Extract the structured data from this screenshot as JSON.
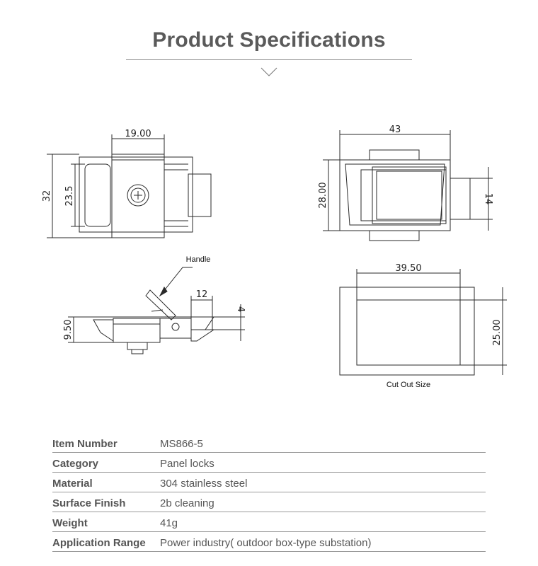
{
  "header": {
    "title": "Product Specifications"
  },
  "drawings": {
    "top_view": {
      "width_dim": "19.00",
      "height_outer_dim": "32",
      "height_inner_dim": "23.5"
    },
    "front_view": {
      "width_dim": "43",
      "height_dim": "28.00",
      "tab_dim": "14"
    },
    "side_view": {
      "handle_label": "Handle",
      "length_dim": "12",
      "depth_dim": "4",
      "height_dim": "9.50"
    },
    "cutout_view": {
      "width_dim": "39.50",
      "height_dim": "25.00",
      "caption": "Cut Out Size"
    }
  },
  "specs": {
    "rows": [
      {
        "label": "Item Number",
        "value": "MS866-5"
      },
      {
        "label": "Category",
        "value": "Panel locks"
      },
      {
        "label": "Material",
        "value": "304 stainless steel"
      },
      {
        "label": "Surface Finish",
        "value": "2b cleaning"
      },
      {
        "label": "Weight",
        "value": "41g"
      },
      {
        "label": "Application Range",
        "value": "Power industry( outdoor box-type substation)"
      }
    ]
  }
}
